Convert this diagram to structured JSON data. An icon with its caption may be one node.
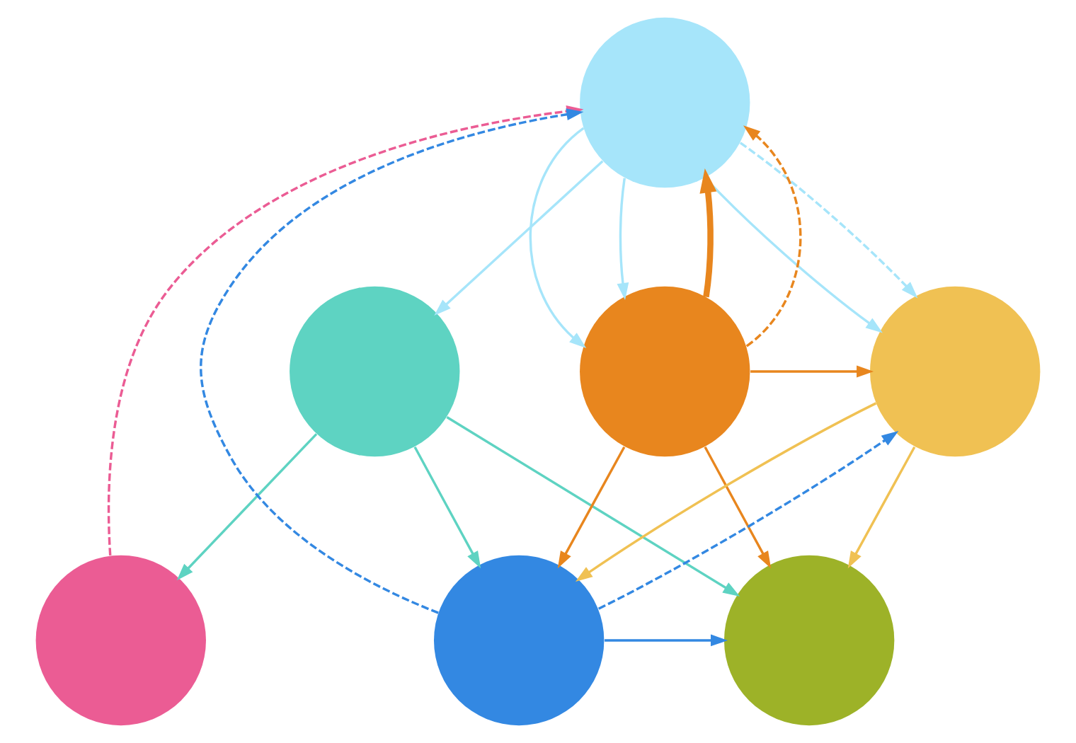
{
  "diagram": {
    "nodes": [
      {
        "text": [],
        "shape": "circle"
      },
      {
        "text": [],
        "shape": "circle"
      },
      {
        "text": [],
        "shape": "circle"
      },
      {
        "text": [],
        "shape": "circle"
      },
      {
        "text": [],
        "shape": "circle"
      },
      {
        "text": [],
        "shape": "circle"
      },
      {
        "text": [],
        "shape": "circle"
      }
    ],
    "edges": [
      {
        "from": 0,
        "to": 1,
        "arrow": "to",
        "color": "#a6e5fa"
      },
      {
        "from": 0,
        "to": 2,
        "arrow": "to",
        "color": "#a6e5fa"
      },
      {
        "from": 0,
        "to": 2,
        "arrow": "to",
        "color": "#a6e5fa"
      },
      {
        "from": 2,
        "to": 0,
        "arrow": "to",
        "style": "thick",
        "color": "#e8861e"
      },
      {
        "from": 2,
        "to": 0,
        "arrow": "to",
        "style": "dashed",
        "color": "#e8861e"
      },
      {
        "from": 0,
        "to": 3,
        "arrow": "to",
        "color": "#a6e5fa"
      },
      {
        "from": 0,
        "to": 3,
        "arrow": "to",
        "style": "dashed",
        "color": "#a6e5fa"
      },
      {
        "from": 4,
        "to": 0,
        "arrow": "to",
        "style": "dashed",
        "color": "#eb5c94"
      },
      {
        "from": 5,
        "to": 0,
        "arrow": "to",
        "style": "dashed",
        "color": "#3388e2"
      },
      {
        "from": 1,
        "to": 4,
        "arrow": "to",
        "color": "#5ed3c2"
      },
      {
        "from": 1,
        "to": 5,
        "arrow": "to",
        "color": "#5ed3c2"
      },
      {
        "from": 1,
        "to": 6,
        "arrow": "to",
        "color": "#5ed3c2"
      },
      {
        "from": 2,
        "to": 3,
        "arrow": "to",
        "color": "#e8861e"
      },
      {
        "from": 2,
        "to": 5,
        "arrow": "to",
        "color": "#e8861e"
      },
      {
        "from": 2,
        "to": 6,
        "arrow": "to",
        "color": "#e8861e"
      },
      {
        "from": 3,
        "to": 5,
        "arrow": "to",
        "color": "#f0c153"
      },
      {
        "from": 3,
        "to": 6,
        "arrow": "to",
        "color": "#f0c153"
      },
      {
        "from": 5,
        "to": 3,
        "arrow": "to",
        "style": "dashed",
        "color": "#3388e2"
      },
      {
        "from": 5,
        "to": 6,
        "arrow": "to",
        "color": "#3388e2"
      }
    ]
  }
}
